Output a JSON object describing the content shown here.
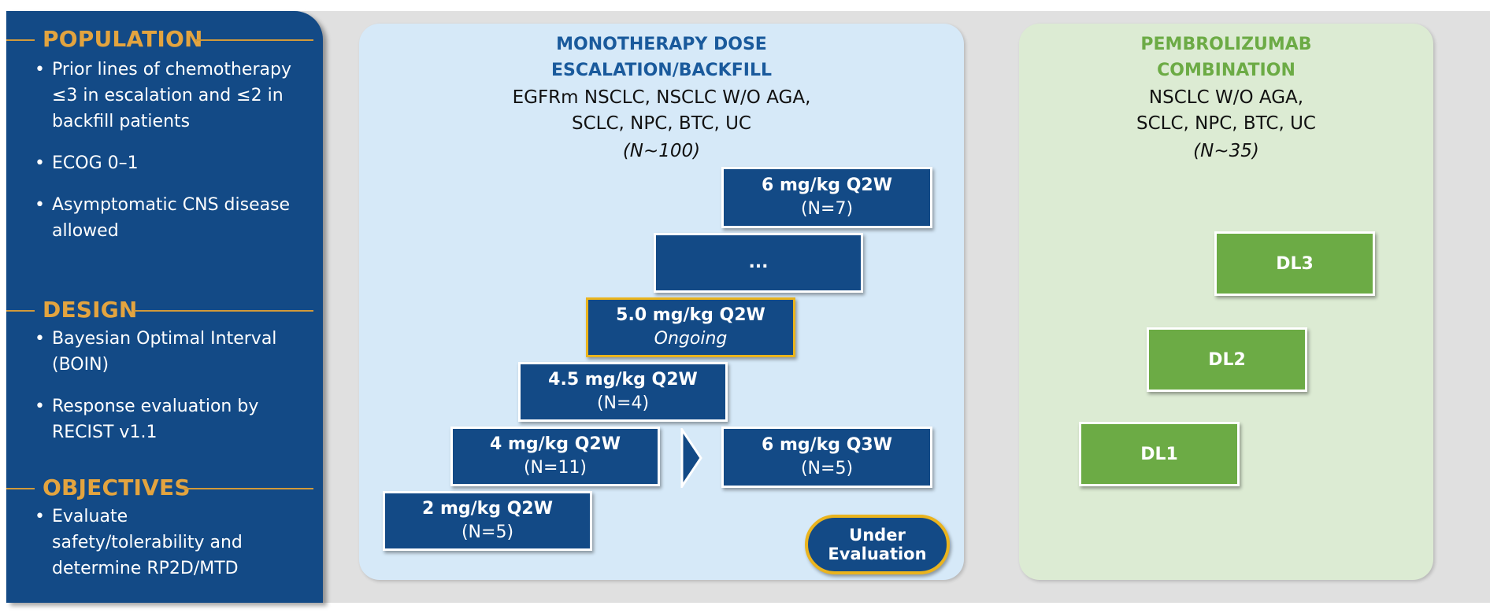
{
  "population": {
    "title": "POPULATION",
    "bullets": [
      "Prior lines of chemotherapy ≤3 in escalation and ≤2 in backfill patients",
      "ECOG 0–1",
      "Asymptomatic CNS disease allowed"
    ]
  },
  "design": {
    "title": "DESIGN",
    "bullets": [
      "Bayesian Optimal Interval (BOIN)",
      "Response evaluation by RECIST v1.1"
    ]
  },
  "objectives": {
    "title": "OBJECTIVES",
    "bullets": [
      "Evaluate safety/tolerability and determine RP2D/MTD"
    ]
  },
  "monotherapy": {
    "title_line1": "MONOTHERAPY DOSE",
    "title_line2": "ESCALATION/BACKFILL",
    "population_line1": "EGFRm NSCLC, NSCLC W/O AGA,",
    "population_line2": "SCLC, NPC, BTC, UC",
    "n": "(N~100)",
    "doses": [
      {
        "dose": "2 mg/kg Q2W",
        "detail": "(N=5)"
      },
      {
        "dose": "4 mg/kg Q2W",
        "detail": "(N=11)"
      },
      {
        "dose": "4.5 mg/kg Q2W",
        "detail": "(N=4)"
      },
      {
        "dose": "5.0 mg/kg Q2W",
        "detail": "Ongoing"
      },
      {
        "dose": "...",
        "detail": ""
      },
      {
        "dose": "6 mg/kg Q2W",
        "detail": "(N=7)"
      },
      {
        "dose": "6 mg/kg Q3W",
        "detail": "(N=5)"
      }
    ],
    "under_evaluation_line1": "Under",
    "under_evaluation_line2": "Evaluation"
  },
  "combination": {
    "title_line1": "PEMBROLIZUMAB",
    "title_line2": "COMBINATION",
    "population_line1": "NSCLC W/O AGA,",
    "population_line2": "SCLC, NPC, BTC, UC",
    "n": "(N~35)",
    "levels": [
      "DL1",
      "DL2",
      "DL3"
    ]
  },
  "colors": {
    "navy": "#134a86",
    "gold_heading": "#e3a43f",
    "gold_border": "#eab41e",
    "green": "#6cab45",
    "green_title": "#6cab45",
    "mono_title": "#1a5a9c",
    "mid_panel_bg": "#d6e9f8",
    "right_panel_bg": "#dcebd3"
  }
}
